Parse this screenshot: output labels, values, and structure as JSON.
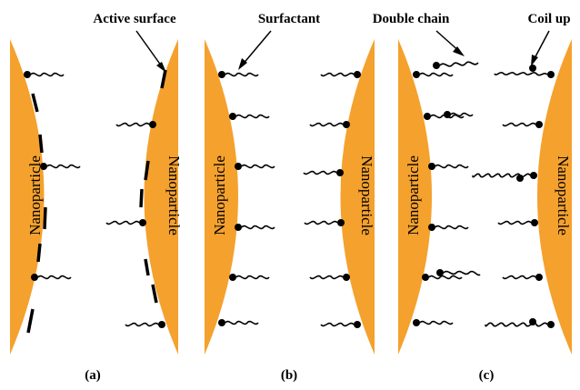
{
  "colors": {
    "particle": "#F5A12D",
    "ink": "#000000",
    "background": "#FFFFFF"
  },
  "particle_label": "Nanoparticle",
  "annotations": {
    "active_surface": "Active surface",
    "surfactant": "Surfactant",
    "double_chain": "Double chain",
    "coil_up": "Coil up"
  },
  "panels": [
    {
      "id": "a",
      "label": "(a)",
      "description": "surfactants with exposed active surface"
    },
    {
      "id": "b",
      "label": "(b)",
      "description": "full surfactant coverage"
    },
    {
      "id": "c",
      "label": "(c)",
      "description": "double chain and coiled surfactants"
    }
  ]
}
